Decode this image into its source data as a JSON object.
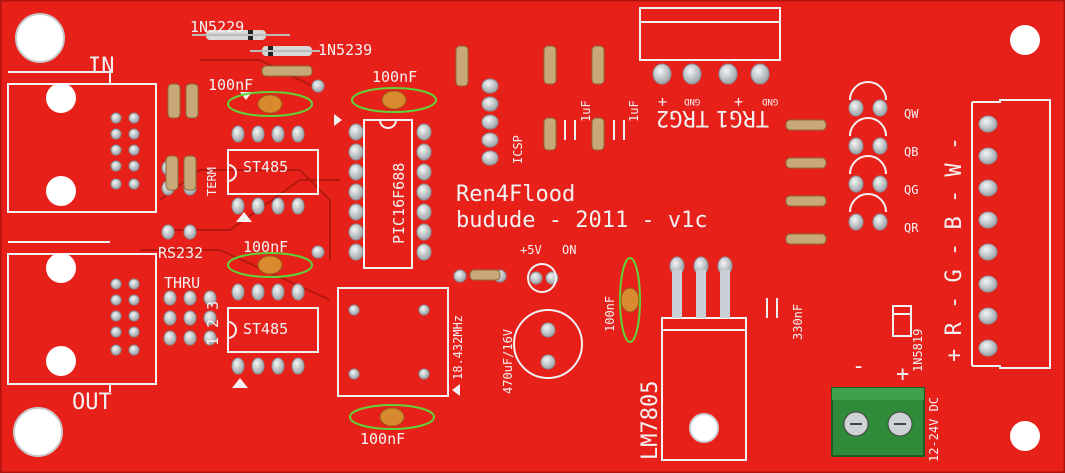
{
  "labels": {
    "in": "IN",
    "out": "OUT",
    "d1": "1N5229",
    "d2": "1N5239",
    "cap_tl": "100nF",
    "cap_tm": "100nF",
    "cap_ml": "100nF",
    "cap_bm": "100nF",
    "cap_vert": "100nF",
    "st485_top": "ST485",
    "st485_bot": "ST485",
    "term": "TERM",
    "rs232": "RS232",
    "thru": "THRU",
    "thru_nums": "1 2 3",
    "pic": "PIC16F688",
    "icsp": "ICSP",
    "uf1": "1uF",
    "uf2": "1uF",
    "title1": "Ren4Flood",
    "title2": "budude - 2011 - v1c",
    "v5": "+5V",
    "on": "ON",
    "elcap": "470uF/16V",
    "xtal": "18.432MHz",
    "trg1": "TRG1",
    "trg2": "TRG2",
    "gnd": "GND",
    "plus": "+",
    "qw": "QW",
    "qb": "QB",
    "qg": "QG",
    "qr": "QR",
    "rgbw": "+ R - G - B - W -",
    "cap330": "330nF",
    "diode": "1N5819",
    "lm": "LM7805",
    "dc": "12-24V DC",
    "minus": "-"
  },
  "colors": {
    "board": "#e8201a",
    "silk": "#f4f4f4",
    "pad": "#cfd3d6",
    "cap": "#d9892e",
    "green": "#5fd33a"
  }
}
